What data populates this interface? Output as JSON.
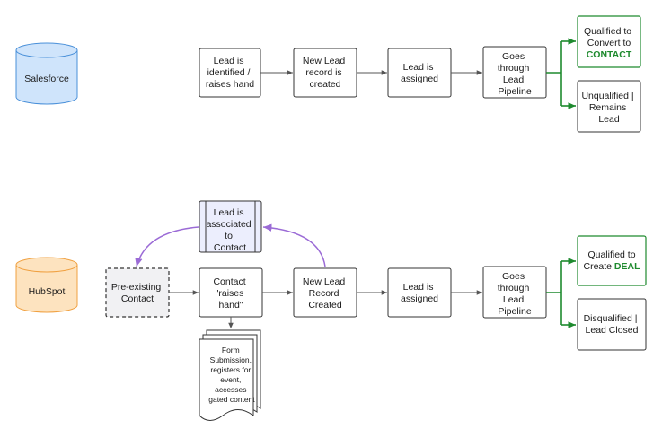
{
  "colors": {
    "salesforce_fill": "#cfe4fb",
    "salesforce_stroke": "#4a90d9",
    "hubspot_fill": "#fde3bf",
    "hubspot_stroke": "#f0a040",
    "green": "#1e8a2e",
    "purple": "#9b6bd6",
    "associated_fill": "#eceefd",
    "preexisting_fill": "#f1f1f3"
  },
  "salesforce": {
    "system": "Salesforce",
    "step1": [
      "Lead is",
      "identified /",
      "raises hand"
    ],
    "step2": [
      "New Lead",
      "record is",
      "created"
    ],
    "step3": [
      "Lead is",
      "assigned"
    ],
    "step4": [
      "Goes",
      "through",
      "Lead",
      "Pipeline"
    ],
    "qualified": [
      "Qualified to",
      "Convert to"
    ],
    "qualified_emphasis": "CONTACT",
    "unqualified": [
      "Unqualified |",
      "Remains",
      "Lead"
    ]
  },
  "hubspot": {
    "system": "HubSpot",
    "associated": [
      "Lead is",
      "associated",
      "to",
      "Contact"
    ],
    "preexisting": [
      "Pre-existing",
      "Contact"
    ],
    "contact": [
      "Contact",
      "\"raises",
      "hand\""
    ],
    "new_lead": [
      "New Lead",
      "Record",
      "Created"
    ],
    "assigned": [
      "Lead is",
      "assigned"
    ],
    "pipeline": [
      "Goes",
      "through",
      "Lead",
      "Pipeline"
    ],
    "qualified_prefix": "Qualified to",
    "qualified_line2": "Create ",
    "qualified_emphasis": "DEAL",
    "disqualified": [
      "Disqualified |",
      "Lead Closed"
    ],
    "documents": [
      "Form",
      "Submission,",
      "registers for",
      "event,",
      "accesses",
      "gated content"
    ]
  }
}
